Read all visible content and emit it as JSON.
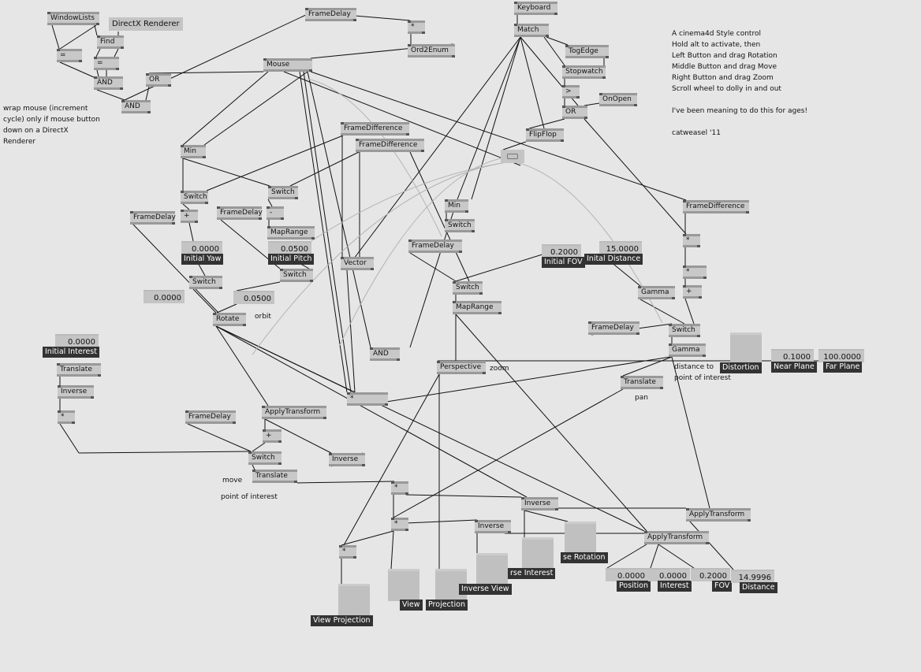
{
  "nodes": [
    {
      "label": "WindowLists"
    },
    {
      "label": "Find"
    },
    {
      "label": "="
    },
    {
      "label": "="
    },
    {
      "label": "AND"
    },
    {
      "label": "OR"
    },
    {
      "label": "AND"
    },
    {
      "label": "FrameDelay"
    },
    {
      "label": "*"
    },
    {
      "label": "Ord2Enum"
    },
    {
      "label": "Mouse"
    },
    {
      "label": "Keyboard"
    },
    {
      "label": "Match"
    },
    {
      "label": "TogEdge"
    },
    {
      "label": "Stopwatch"
    },
    {
      "label": ">"
    },
    {
      "label": "OR"
    },
    {
      "label": "OnOpen"
    },
    {
      "label": "FlipFlop"
    },
    {
      "label": "FrameDifference"
    },
    {
      "label": "FrameDifference"
    },
    {
      "label": "Min"
    },
    {
      "label": "Switch"
    },
    {
      "label": "Switch"
    },
    {
      "label": "+"
    },
    {
      "label": "FrameDelay"
    },
    {
      "label": "FrameDelay"
    },
    {
      "label": "-"
    },
    {
      "label": "MapRange"
    },
    {
      "label": "Switch"
    },
    {
      "label": "Switch"
    },
    {
      "label": "Rotate"
    },
    {
      "label": "Vector"
    },
    {
      "label": "AND"
    },
    {
      "label": "*"
    },
    {
      "label": "Min"
    },
    {
      "label": "Switch"
    },
    {
      "label": "FrameDelay"
    },
    {
      "label": "Switch"
    },
    {
      "label": "MapRange"
    },
    {
      "label": "Perspective"
    },
    {
      "label": "Gamma"
    },
    {
      "label": "FrameDelay"
    },
    {
      "label": "Switch"
    },
    {
      "label": "Gamma"
    },
    {
      "label": "FrameDifference"
    },
    {
      "label": "*"
    },
    {
      "label": "*"
    },
    {
      "label": "+"
    },
    {
      "label": "Translate"
    },
    {
      "label": "Translate"
    },
    {
      "label": "Inverse"
    },
    {
      "label": "*"
    },
    {
      "label": "FrameDelay"
    },
    {
      "label": "ApplyTransform"
    },
    {
      "label": "+"
    },
    {
      "label": "Switch"
    },
    {
      "label": "Translate"
    },
    {
      "label": "Inverse"
    },
    {
      "label": "*"
    },
    {
      "label": "*"
    },
    {
      "label": "*"
    },
    {
      "label": "Inverse"
    },
    {
      "label": "ApplyTransform"
    },
    {
      "label": "ApplyTransform"
    },
    {
      "label": "Inverse"
    }
  ],
  "string_box": {
    "value": "DirectX Renderer"
  },
  "ioboxes": [
    {
      "value": "0.0000",
      "label": "Initial Yaw"
    },
    {
      "value": "0.0500",
      "label": "Initial Pitch"
    },
    {
      "value": "0.0000",
      "label": ""
    },
    {
      "value": "0.0500",
      "label": ""
    },
    {
      "value": "0.2000",
      "label": "Initial FOV"
    },
    {
      "value": "15.0000",
      "label": "Inital Distance"
    },
    {
      "value": "0.0000",
      "label": "Initial Interest"
    },
    {
      "value": "0.1000",
      "label": "Near Plane"
    },
    {
      "value": "100.0000",
      "label": "Far Plane"
    },
    {
      "value": "0.0000",
      "label": "Position"
    },
    {
      "value": "0.0000",
      "label": "Interest"
    },
    {
      "value": "0.2000",
      "label": "FOV"
    },
    {
      "value": "14.9996",
      "label": "Distance"
    }
  ],
  "quads": [
    {
      "label": "Distortion"
    },
    {
      "label": "View Projection"
    },
    {
      "label": "View"
    },
    {
      "label": "Projection"
    },
    {
      "label": "Inverse View"
    },
    {
      "label": "rse Interest"
    },
    {
      "label": "se Rotation"
    }
  ],
  "comments": {
    "wrap": "wrap mouse (increment\ncycle) only if mouse button\ndown on a DirectX\nRenderer",
    "info": "A cinema4d Style control\nHold alt to activate, then\nLeft Button and drag Rotation\nMiddle Button and drag Move\nRight Button and drag Zoom\nScroll wheel to dolly in and out\n\nI've been meaning to do this for ages!\n\ncatweasel '11",
    "orbit": "orbit",
    "zoom": "zoom",
    "distance": "distance to\npoint of interest",
    "pan": "pan",
    "move": "move",
    "poi": "point of interest"
  }
}
